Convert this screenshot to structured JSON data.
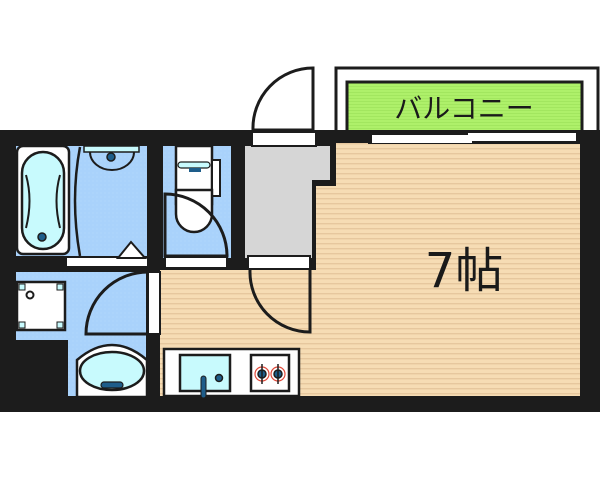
{
  "floor_plan": {
    "balcony": {
      "label": "バルコニー",
      "color": "#aef06a"
    },
    "main_room": {
      "label": "7帖",
      "floor_color": "#f6dcb4",
      "stripe_color": "#e4c49a"
    },
    "rooms": [
      {
        "name": "bathroom",
        "color": "#a7d0fa"
      },
      {
        "name": "toilet",
        "color": "#a7d0fa"
      },
      {
        "name": "washroom",
        "color": "#a7d0fa"
      },
      {
        "name": "entrance",
        "color": "#d6d6d6"
      },
      {
        "name": "kitchen",
        "color": "#ffffff"
      }
    ],
    "fixtures": [
      "bathtub",
      "shower",
      "toilet",
      "washing-machine-space",
      "wash-basin",
      "sink",
      "two-burner-stove"
    ],
    "colors": {
      "wall": "#1c1c1c",
      "fixture_fill": "#c8fafd",
      "fixture_accent": "#1e5d8a",
      "burner_ring": "#e04a3a"
    }
  }
}
